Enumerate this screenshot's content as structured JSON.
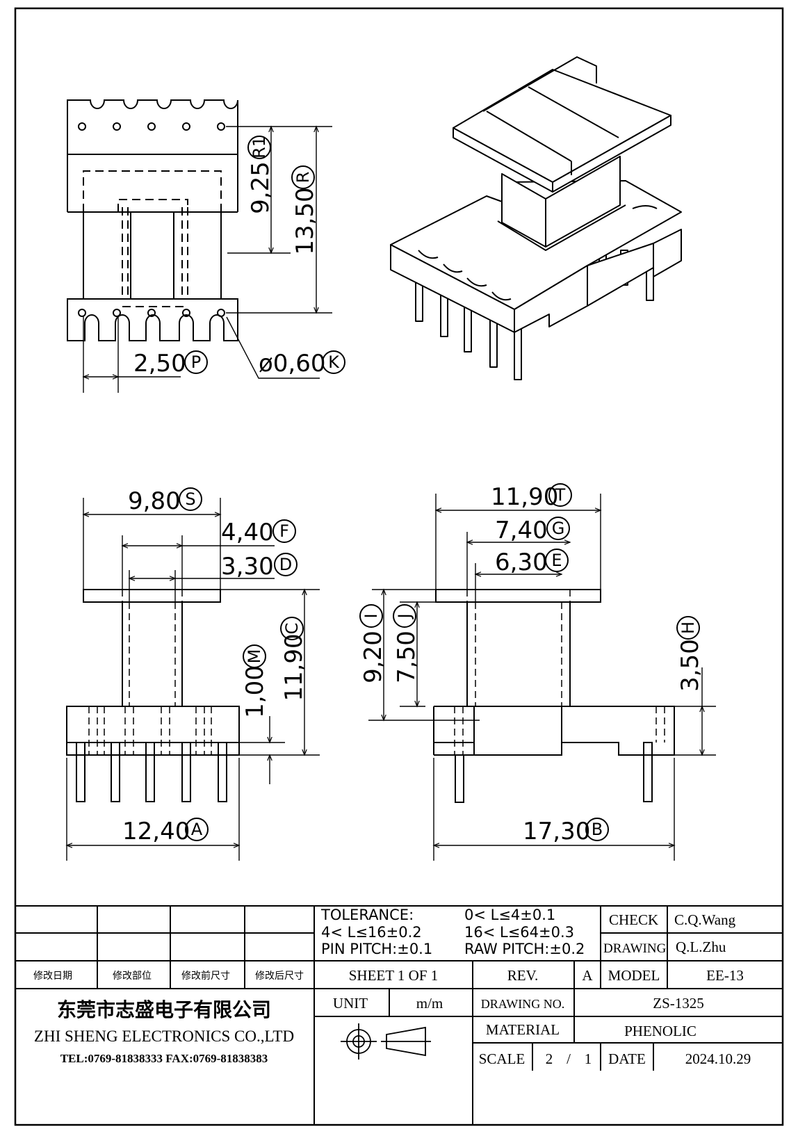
{
  "dimensions": {
    "r1": {
      "value": "9,25",
      "tag": "R1"
    },
    "r": {
      "value": "13,50",
      "tag": "R"
    },
    "p": {
      "value": "2,50",
      "tag": "P"
    },
    "k": {
      "value": "ø0,60",
      "tag": "K"
    },
    "s": {
      "value": "9,80",
      "tag": "S"
    },
    "f": {
      "value": "4,40",
      "tag": "F"
    },
    "d": {
      "value": "3,30",
      "tag": "D"
    },
    "c": {
      "value": "11,90",
      "tag": "C"
    },
    "m": {
      "value": "1,00",
      "tag": "M"
    },
    "a": {
      "value": "12,40",
      "tag": "A"
    },
    "t": {
      "value": "11,90",
      "tag": "T"
    },
    "g": {
      "value": "7,40",
      "tag": "G"
    },
    "e": {
      "value": "6,30",
      "tag": "E"
    },
    "i": {
      "value": "9,20",
      "tag": "I"
    },
    "j": {
      "value": "7,50",
      "tag": "J"
    },
    "h": {
      "value": "3,50",
      "tag": "H"
    },
    "b": {
      "value": "17,30",
      "tag": "B"
    }
  },
  "title_block": {
    "revision_headers": [
      "修改日期",
      "修改部位",
      "修改前尺寸",
      "修改后尺寸"
    ],
    "tolerance": {
      "label": "TOLERANCE:",
      "line1": "0< L≤4±0.1",
      "line2a": "4< L≤16±0.2",
      "line2b": "16< L≤64±0.3",
      "pin_pitch": "PIN PITCH:±0.1",
      "raw_pitch": "RAW PITCH:±0.2"
    },
    "check_label": "CHECK",
    "check_value": "C.Q.Wang",
    "drawing_label": "DRAWING",
    "drawing_value": "Q.L.Zhu",
    "sheet": "SHEET 1 OF 1",
    "rev_label": "REV.",
    "rev_value": "A",
    "model_label": "MODEL",
    "model_value": "EE-13",
    "company_cn": "东莞市志盛电子有限公司",
    "company_en": "ZHI SHENG ELECTRONICS CO.,LTD",
    "contact": "TEL:0769-81838333 FAX:0769-81838383",
    "unit_label": "UNIT",
    "unit_value": "m/m",
    "drawing_no_label": "DRAWING NO.",
    "drawing_no_value": "ZS-1325",
    "material_label": "MATERIAL",
    "material_value": "PHENOLIC",
    "scale_label": "SCALE",
    "scale_num": "2",
    "scale_sep": "/",
    "scale_den": "1",
    "date_label": "DATE",
    "date_value": "2024.10.29"
  }
}
